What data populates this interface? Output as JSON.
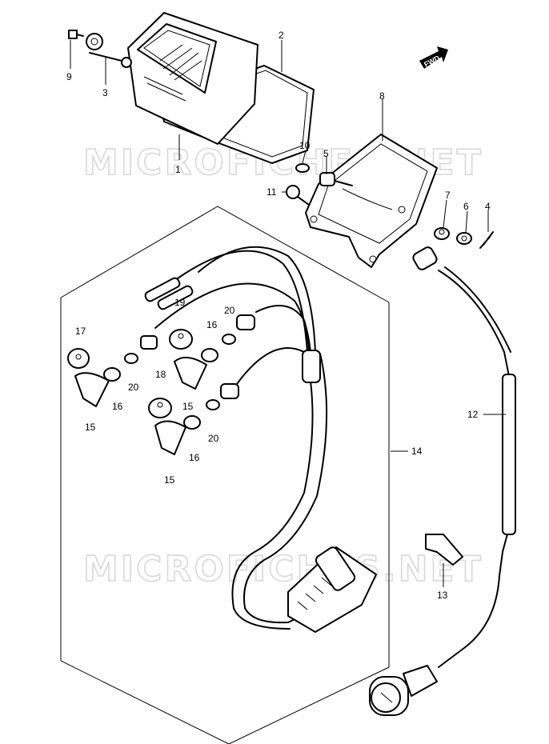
{
  "watermark": "MICROFICHES.NET",
  "fwd_label": "FWD",
  "callouts": [
    {
      "id": "c1",
      "text": "1"
    },
    {
      "id": "c2",
      "text": "2"
    },
    {
      "id": "c3",
      "text": "3"
    },
    {
      "id": "c4",
      "text": "4"
    },
    {
      "id": "c5",
      "text": "5"
    },
    {
      "id": "c6",
      "text": "6"
    },
    {
      "id": "c7",
      "text": "7"
    },
    {
      "id": "c8",
      "text": "8"
    },
    {
      "id": "c9",
      "text": "9"
    },
    {
      "id": "c10",
      "text": "10"
    },
    {
      "id": "c11",
      "text": "11"
    },
    {
      "id": "c12",
      "text": "12"
    },
    {
      "id": "c13",
      "text": "13"
    },
    {
      "id": "c14",
      "text": "14"
    },
    {
      "id": "c15a",
      "text": "15"
    },
    {
      "id": "c15b",
      "text": "15"
    },
    {
      "id": "c15c",
      "text": "15"
    },
    {
      "id": "c16a",
      "text": "16"
    },
    {
      "id": "c16b",
      "text": "16"
    },
    {
      "id": "c16c",
      "text": "16"
    },
    {
      "id": "c17",
      "text": "17"
    },
    {
      "id": "c18",
      "text": "18"
    },
    {
      "id": "c19",
      "text": "19"
    },
    {
      "id": "c20a",
      "text": "20"
    },
    {
      "id": "c20b",
      "text": "20"
    },
    {
      "id": "c20c",
      "text": "20"
    }
  ]
}
